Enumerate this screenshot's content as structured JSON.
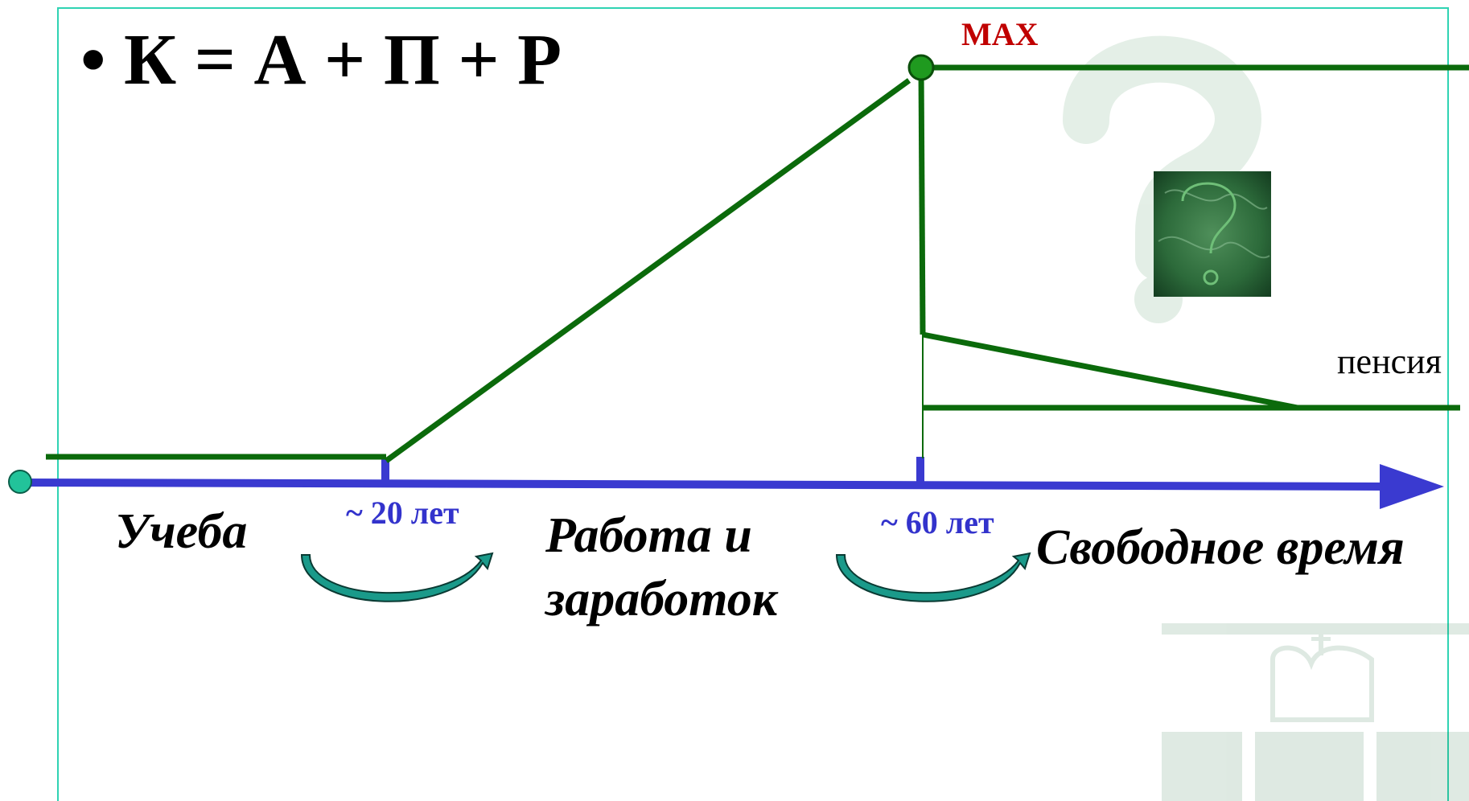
{
  "formula": "• К = А + П + Р",
  "peak_label": "MAX",
  "pension_label": "пенсия",
  "age_markers": [
    "~ 20 лет",
    "~ 60 лет"
  ],
  "stages": {
    "study": "Учеба",
    "work_line1": "Работа и",
    "work_line2": "заработок",
    "free_time": "Свободное время"
  },
  "colors": {
    "capital_line": "#0b6a0b",
    "time_axis": "#3a3ad0",
    "age_text": "#3333cc",
    "peak_text": "#c00000",
    "frame": "#2fd3b3",
    "arrow_fill": "#1a9a8a"
  },
  "icons": [
    "question-mark-watermark",
    "green-marble-question-tile",
    "coat-of-arms-watermark"
  ]
}
